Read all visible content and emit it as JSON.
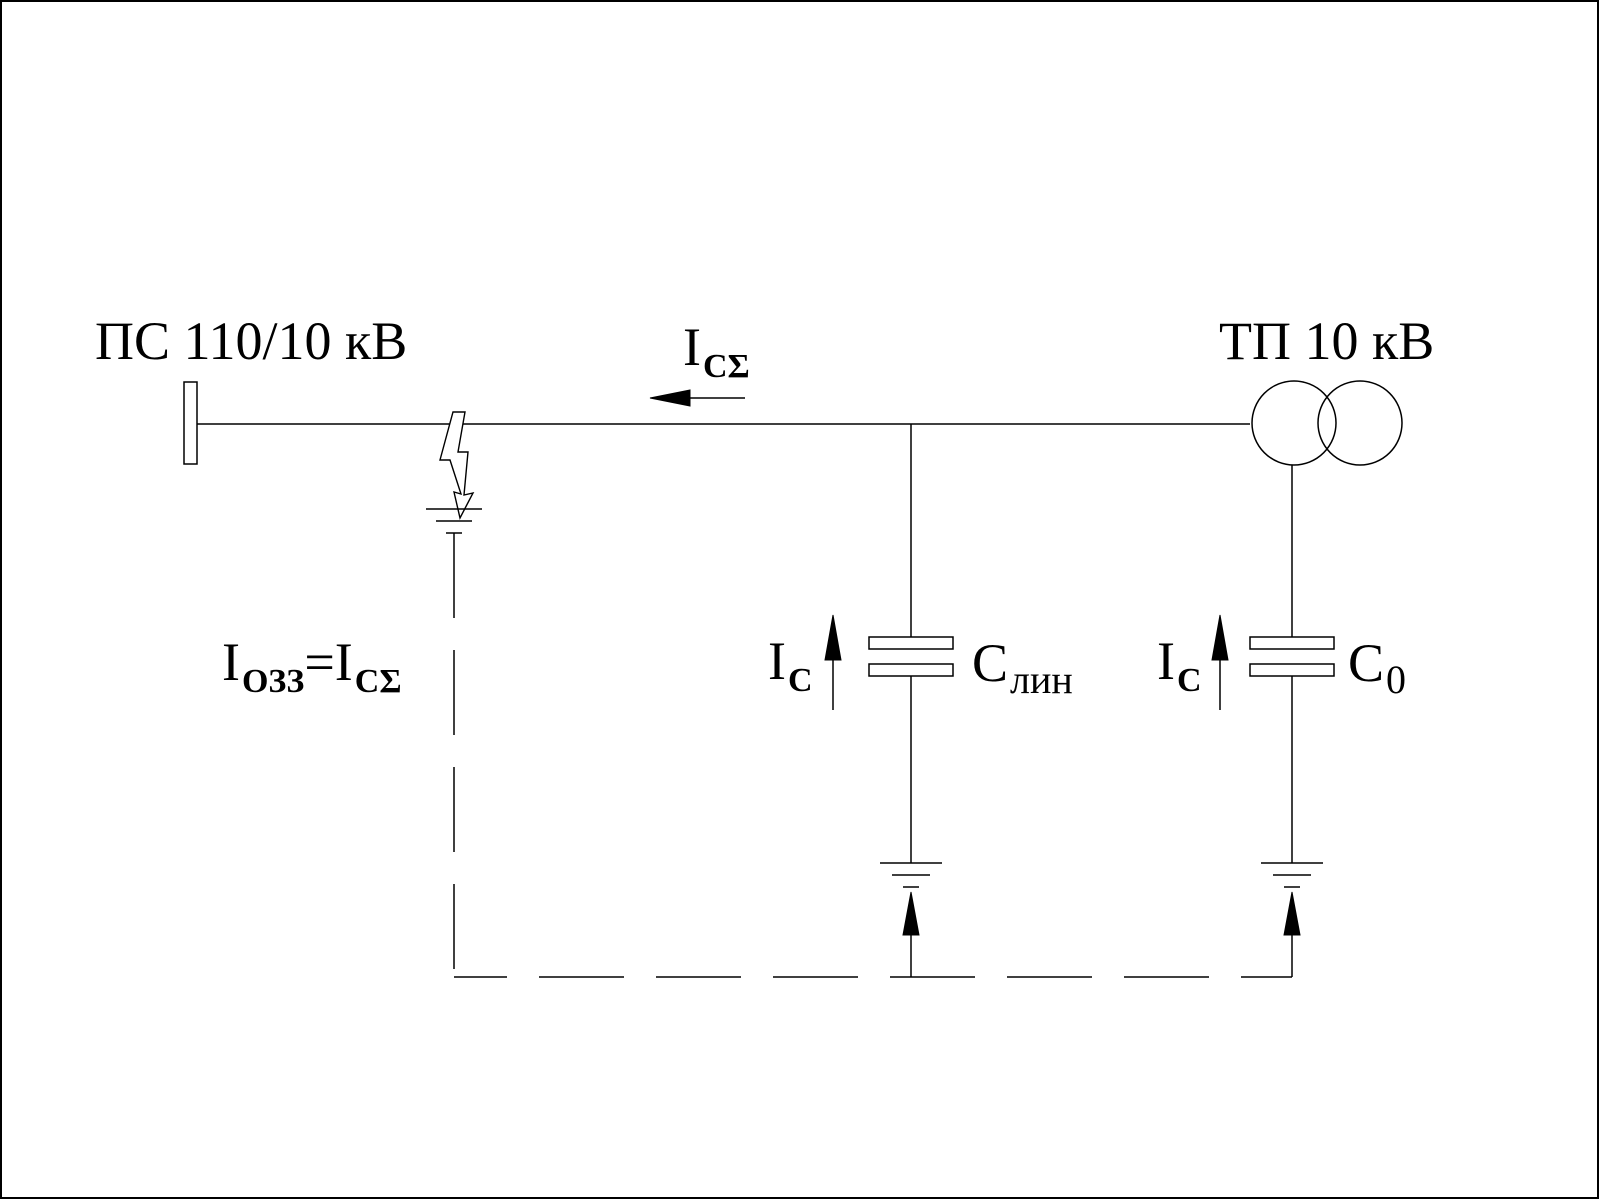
{
  "labels": {
    "substation": "ПС 110/10 кВ",
    "tp": "ТП 10 кВ",
    "current_total": {
      "main": "I",
      "sub": "CΣ"
    },
    "fault_current": {
      "main": "I",
      "sub": "ОЗЗ",
      "eq": "=",
      "main2": "I",
      "sub2": "CΣ"
    },
    "ic_line": {
      "main": "I",
      "sub": "C"
    },
    "ic_tp": {
      "main": "I",
      "sub": "C"
    },
    "c_line": {
      "main": "C",
      "sub": "лин"
    },
    "c_zero": {
      "main": "C",
      "sub": "0"
    }
  }
}
